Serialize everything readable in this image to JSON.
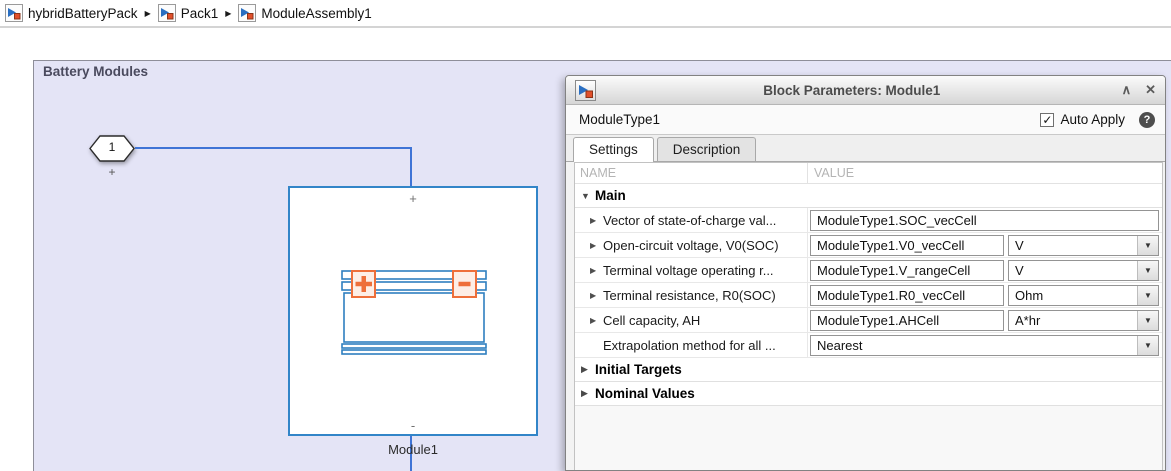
{
  "breadcrumb": {
    "separator": "▶",
    "items": [
      "hybridBatteryPack",
      "Pack1",
      "ModuleAssembly1"
    ]
  },
  "canvas": {
    "title": "Battery Modules",
    "port_number": "1",
    "port_sign": "+",
    "block_top_sign": "+",
    "block_bottom_sign": "-",
    "block_name": "Module1"
  },
  "dialog": {
    "title": "Block Parameters: Module1",
    "type_name": "ModuleType1",
    "auto_apply_label": "Auto Apply",
    "check_glyph": "✓",
    "help_glyph": "?",
    "minimize_glyph": "∧",
    "close_glyph": "✕",
    "tabs": [
      {
        "label": "Settings"
      },
      {
        "label": "Description"
      }
    ],
    "table": {
      "name_header": "NAME",
      "value_header": "VALUE",
      "collapse_glyph": "▼",
      "expand_glyph": "▶",
      "combo_glyph": "▼",
      "sections": {
        "main": {
          "label": "Main"
        },
        "initial_targets": {
          "label": "Initial Targets"
        },
        "nominal_values": {
          "label": "Nominal Values"
        }
      },
      "rows": [
        {
          "label": "Vector of state-of-charge val...",
          "value": "ModuleType1.SOC_vecCell"
        },
        {
          "label": "Open-circuit voltage, V0(SOC)",
          "value": "ModuleType1.V0_vecCell",
          "unit": "V"
        },
        {
          "label": "Terminal voltage operating r...",
          "value": "ModuleType1.V_rangeCell",
          "unit": "V"
        },
        {
          "label": "Terminal resistance, R0(SOC)",
          "value": "ModuleType1.R0_vecCell",
          "unit": "Ohm"
        },
        {
          "label": "Cell capacity, AH",
          "value": "ModuleType1.AHCell",
          "unit": "A*hr"
        },
        {
          "label": "Extrapolation method for all ...",
          "value": "Nearest"
        }
      ]
    }
  },
  "colors": {
    "canvas_bg": "#e4e4f6",
    "block_border_blue": "#3285c8",
    "wire_blue": "#3f74d6",
    "terminal_orange": "#ee6f3a"
  }
}
